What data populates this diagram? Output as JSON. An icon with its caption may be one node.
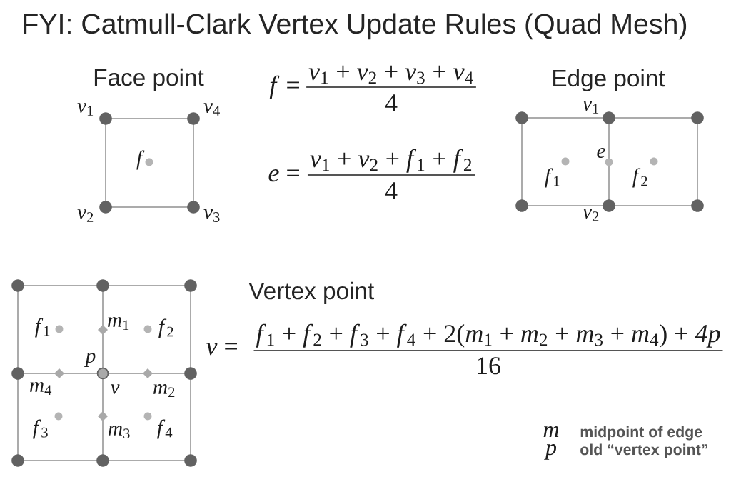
{
  "diagram": {
    "title": "FYI: Catmull-Clark Vertex Update Rules (Quad Mesh)",
    "labels": [
      "Face point",
      "*f* =",
      "*v*$_{1}$ + *v*$_{2}$ + *v*$_{3}$ + *v*$_{4}$",
      "4",
      "Edge point",
      "*v*$_{1}$",
      "*v*$_{4}$",
      "*v*$_{1}$",
      "f",
      "*e* =",
      "*v*$_{1}$ + *v*$_{2}$ + *f*$_{1}$ + *f*$_{2}$",
      "e",
      "*f*$_{1}$",
      "*f*$_{2}$",
      "4",
      "*v*$_{2}$",
      "*v*$_{3}$",
      "*v*$_{2}$",
      "Vertex point",
      "*f*$_{1}$",
      "*m*$_{1}$",
      "*f*$_{2}$",
      "*f*$_{1}$ + *f*$_{2}$ + *f*$_{3}$ + *f*$_{4}$ + 2(*m*$_{1}$ + *m*$_{2}$ + *m*$_{3}$ + *m*$_{4}$) + *4p*",
      "p",
      "*v* =",
      "16",
      "*m*$_{4}$",
      "v",
      "*m*$_{2}$",
      "*f*$_{3}$",
      "*m*$_{3}$",
      "*f*$_{4}$",
      "m",
      "midpoint of edge",
      "p",
      "old “vertex point”"
    ]
  }
}
